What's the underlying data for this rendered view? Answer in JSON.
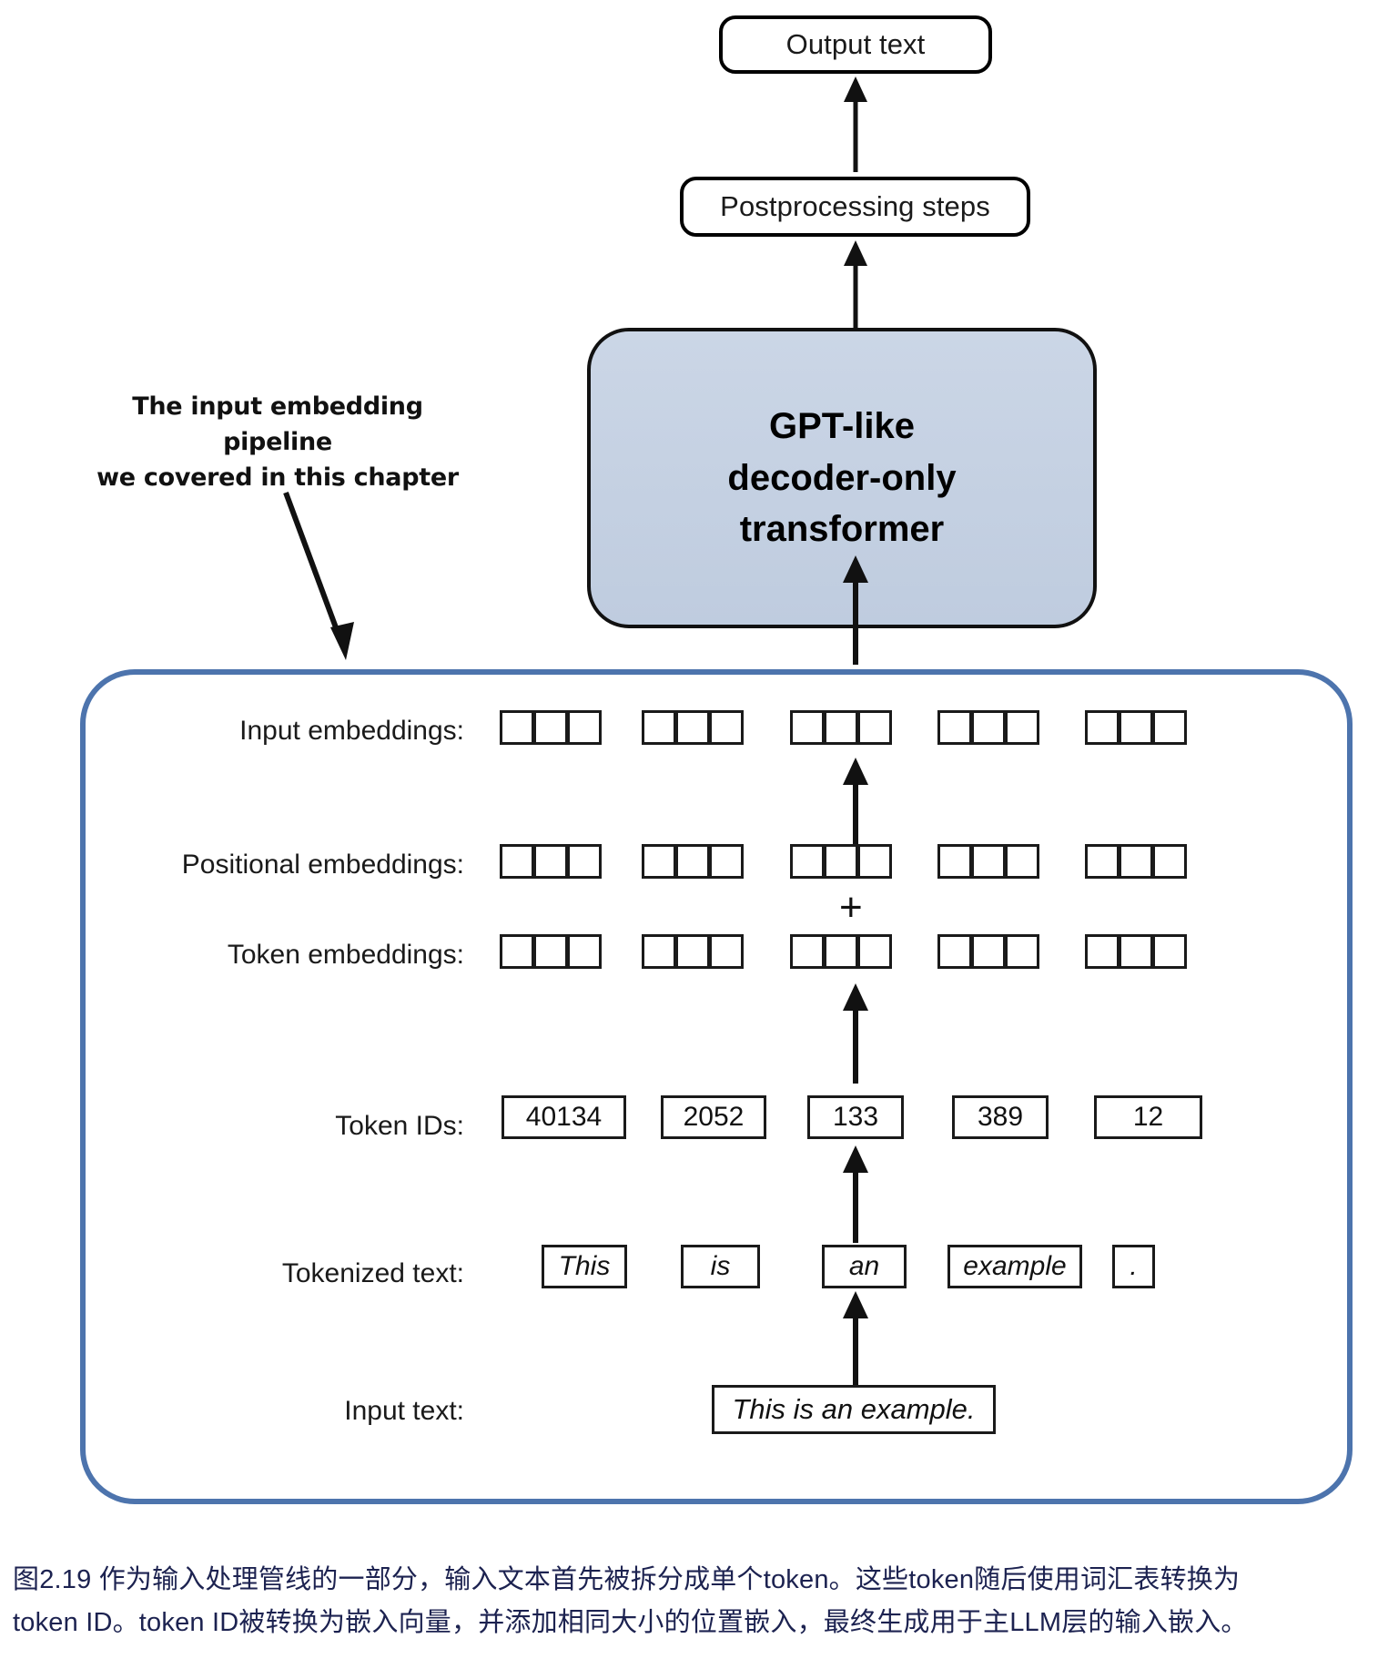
{
  "figure": {
    "top_boxes": [
      {
        "id": "output-text",
        "label": "Output text"
      },
      {
        "id": "postprocessing",
        "label": "Postprocessing steps"
      }
    ],
    "model_box": {
      "line1": "GPT-like",
      "line2": "decoder-only",
      "line3": "transformer",
      "fill_color": "#c3d0e3",
      "border_color": "#111111"
    },
    "annotation": {
      "line1": "The input embedding pipeline",
      "line2": "we covered in this chapter"
    },
    "pipeline_box": {
      "border_color": "#4d74ad"
    },
    "rows": [
      {
        "id": "input-embeddings",
        "label": "Input embeddings:",
        "kind": "cells",
        "groups": 5,
        "cells_per_group": 3
      },
      {
        "id": "positional-embeddings",
        "label": "Positional embeddings:",
        "kind": "cells",
        "groups": 5,
        "cells_per_group": 3
      },
      {
        "id": "token-embeddings",
        "label": "Token embeddings:",
        "kind": "cells",
        "groups": 5,
        "cells_per_group": 3
      },
      {
        "id": "token-ids",
        "label": "Token IDs:",
        "kind": "values",
        "values": [
          "40134",
          "2052",
          "133",
          "389",
          "12"
        ]
      },
      {
        "id": "tokenized-text",
        "label": "Tokenized text:",
        "kind": "values",
        "values": [
          "This",
          "is",
          "an",
          "example",
          "."
        ]
      },
      {
        "id": "input-text",
        "label": "Input text:",
        "kind": "single",
        "value": "This is an example."
      }
    ],
    "operators": {
      "plus": "+"
    },
    "caption": {
      "line1": "图2.19 作为输入处理管线的一部分，输入文本首先被拆分成单个token。这些token随后使用词汇表转换为",
      "line2": "token ID。token ID被转换为嵌入向量，并添加相同大小的位置嵌入，最终生成用于主LLM层的输入嵌入。",
      "color": "#1c2250"
    }
  }
}
